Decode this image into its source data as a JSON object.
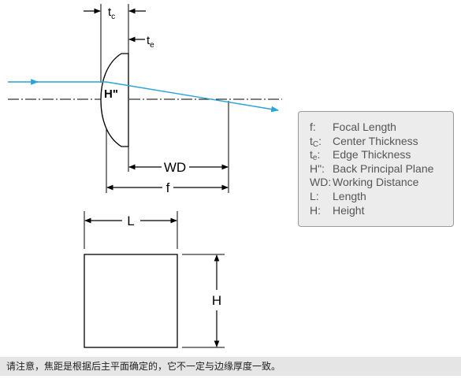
{
  "diagram": {
    "labels": {
      "tc_main": "t",
      "tc_sub": "c",
      "te_main": "t",
      "te_sub": "e",
      "principal_plane": "H\"",
      "working_distance": "WD",
      "focal_length": "f",
      "length": "L",
      "height": "H"
    },
    "colors": {
      "ray": "#2aa3d9",
      "lines": "#000000",
      "legend_bg": "#ececec",
      "legend_border": "#9a9a9a",
      "legend_text": "#555555",
      "footer_bg": "#e5e5e5"
    }
  },
  "legend": {
    "items": [
      {
        "key": "f:",
        "key_sub": "",
        "key_suffix": "",
        "desc": "Focal Length"
      },
      {
        "key": "t",
        "key_sub": "C",
        "key_suffix": ":",
        "desc": "Center Thickness"
      },
      {
        "key": "t",
        "key_sub": "e",
        "key_suffix": ":",
        "desc": "Edge Thickness"
      },
      {
        "key": "H\":",
        "key_sub": "",
        "key_suffix": "",
        "desc": "Back Principal Plane"
      },
      {
        "key": "WD:",
        "key_sub": "",
        "key_suffix": "",
        "desc": "Working Distance"
      },
      {
        "key": "L:",
        "key_sub": "",
        "key_suffix": "",
        "desc": "Length"
      },
      {
        "key": "H:",
        "key_sub": "",
        "key_suffix": "",
        "desc": "Height"
      }
    ]
  },
  "footer": {
    "note": "请注意，焦距是根据后主平面确定的，它不一定与边缘厚度一致。"
  }
}
